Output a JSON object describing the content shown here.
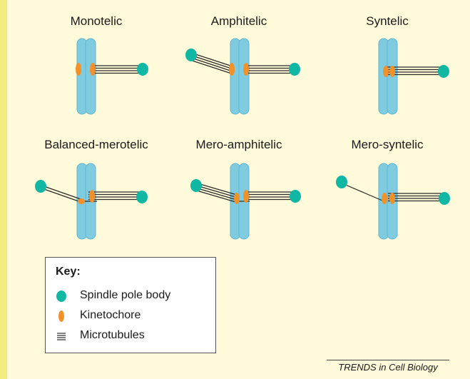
{
  "panels": [
    {
      "title": "Monotelic"
    },
    {
      "title": "Amphitelic"
    },
    {
      "title": "Syntelic"
    },
    {
      "title": "Balanced-merotelic"
    },
    {
      "title": "Mero-amphitelic"
    },
    {
      "title": "Mero-syntelic"
    }
  ],
  "key": {
    "title": "Key:",
    "items": [
      {
        "label": "Spindle pole body",
        "icon": "spindle-pole-body-icon"
      },
      {
        "label": "Kinetochore",
        "icon": "kinetochore-icon"
      },
      {
        "label": "Microtubules",
        "icon": "microtubules-icon"
      }
    ]
  },
  "footer": "TRENDS in Cell Biology",
  "colors": {
    "background": "#FFFAD9",
    "left_bar": "#F5EC7F",
    "chromosome": "#7FCBE0",
    "chromosome_stroke": "#5FB6CF",
    "spindle_pole_body": "#10B7A2",
    "kinetochore": "#F39129",
    "microtubule": "#2b2b2b"
  }
}
